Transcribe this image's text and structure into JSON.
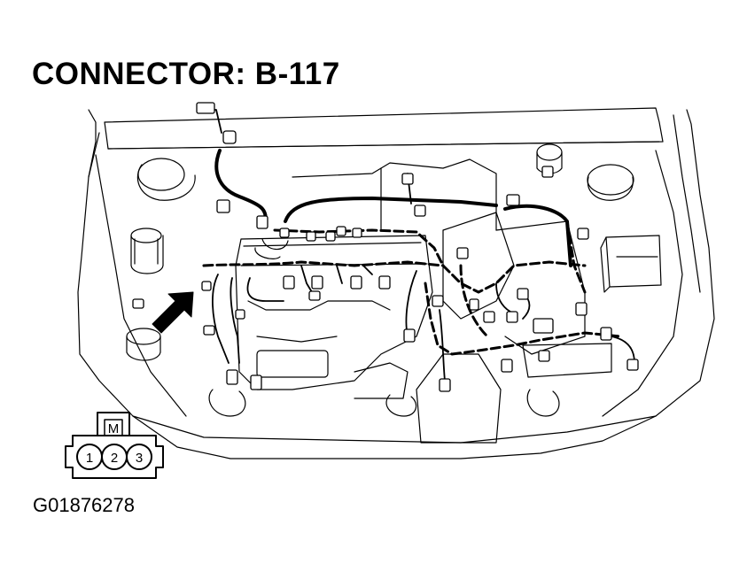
{
  "title": "CONNECTOR: B-117",
  "figure_id": "G01876278",
  "connector": {
    "key_label": "M",
    "pins": [
      "1",
      "2",
      "3"
    ]
  },
  "colors": {
    "line": "#000000",
    "background": "#ffffff"
  }
}
